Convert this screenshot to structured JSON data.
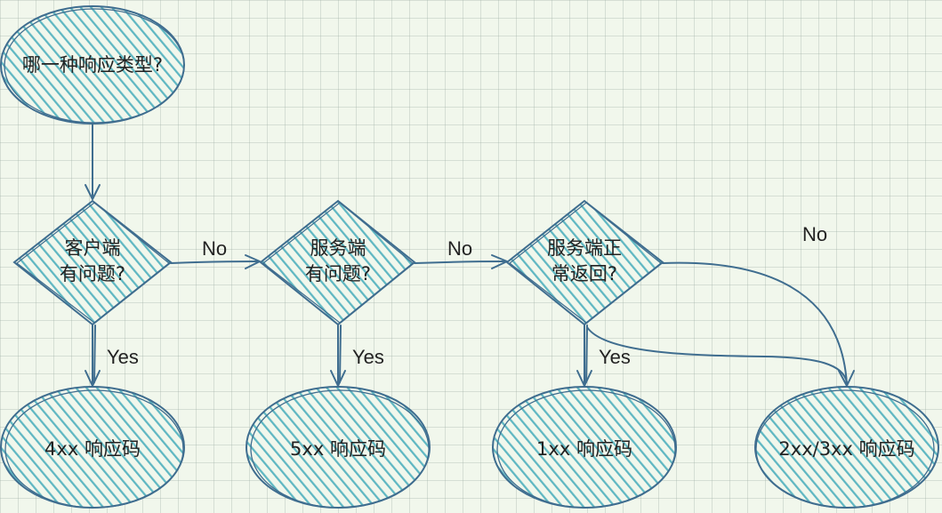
{
  "colors": {
    "stroke": "#3f6d8f",
    "hatch": "#5fb7c2",
    "background": "#f1f7ec",
    "text": "#222222"
  },
  "nodes": {
    "start": {
      "label": "哪一种响应类型?"
    },
    "client_check": {
      "line1": "客户端",
      "line2": "有问题?"
    },
    "server_check": {
      "line1": "服务端",
      "line2": "有问题?"
    },
    "server_normal": {
      "line1": "服务端正",
      "line2": "常返回?"
    },
    "r4xx": {
      "label": "4xx  响应码"
    },
    "r5xx": {
      "label": "5xx  响应码"
    },
    "r1xx": {
      "label": "1xx 响应码"
    },
    "r23xx": {
      "label": "2xx/3xx 响应码"
    }
  },
  "edges": {
    "client_no": "No",
    "client_yes": "Yes",
    "server_no": "No",
    "server_yes": "Yes",
    "normal_yes": "Yes",
    "normal_no": "No"
  }
}
